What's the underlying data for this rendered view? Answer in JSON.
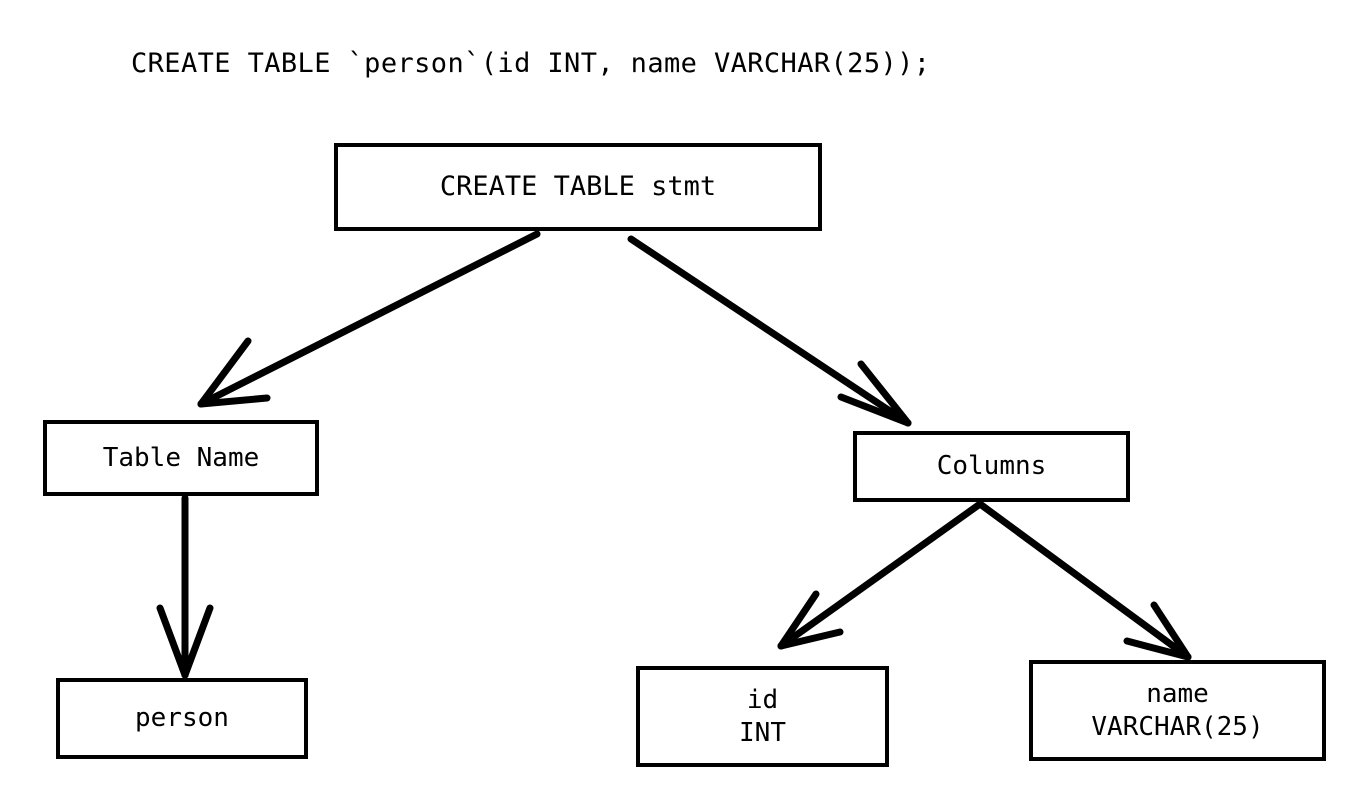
{
  "title": "CREATE TABLE `person`(id INT, name VARCHAR(25));",
  "diagram": {
    "type": "parse-tree",
    "background_color": "#ffffff",
    "stroke_color": "#000000",
    "nodes": [
      {
        "id": "root",
        "label": "CREATE TABLE stmt",
        "line1": "CREATE TABLE stmt",
        "line2": ""
      },
      {
        "id": "table-name",
        "label": "Table Name",
        "line1": "Table Name",
        "line2": ""
      },
      {
        "id": "columns",
        "label": "Columns",
        "line1": "Columns",
        "line2": ""
      },
      {
        "id": "person",
        "label": "person",
        "line1": "person",
        "line2": ""
      },
      {
        "id": "col-id",
        "label": "id INT",
        "line1": "id",
        "line2": "INT"
      },
      {
        "id": "col-name",
        "label": "name VARCHAR(25)",
        "line1": "name",
        "line2": "VARCHAR(25)"
      }
    ],
    "edges": [
      {
        "from": "root",
        "to": "table-name"
      },
      {
        "from": "root",
        "to": "columns"
      },
      {
        "from": "table-name",
        "to": "person"
      },
      {
        "from": "columns",
        "to": "col-id"
      },
      {
        "from": "columns",
        "to": "col-name"
      }
    ]
  }
}
